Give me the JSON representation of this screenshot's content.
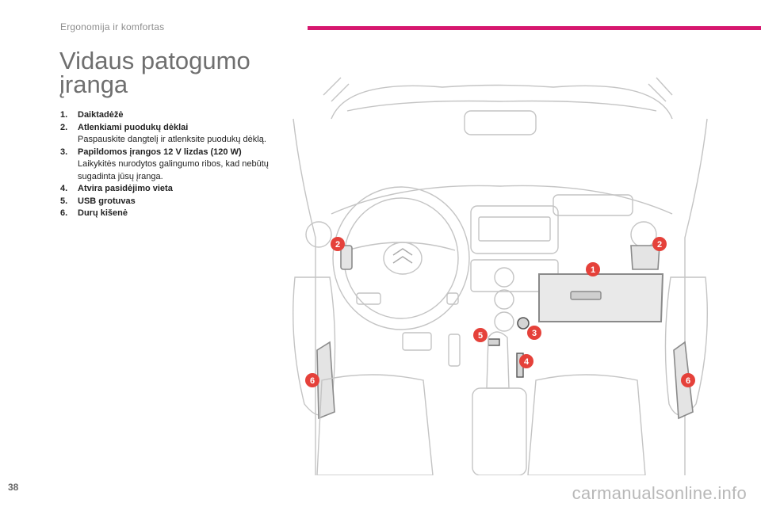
{
  "header": {
    "section": "Ergonomija ir komfortas",
    "accent_color": "#d6186f"
  },
  "title": {
    "line1": "Vidaus patogumo",
    "line2": "įranga"
  },
  "items": [
    {
      "num": "1.",
      "label": "Daiktadėžė",
      "desc": ""
    },
    {
      "num": "2.",
      "label": "Atlenkiami puodukų dėklai",
      "desc": "Paspauskite dangtelį ir atlenksite puodukų dėklą."
    },
    {
      "num": "3.",
      "label": "Papildomos įrangos 12 V lizdas (120 W)",
      "desc": "Laikykitės nurodytos galingumo ribos, kad nebūtų sugadinta jūsų įranga."
    },
    {
      "num": "4.",
      "label": "Atvira pasidėjimo vieta",
      "desc": ""
    },
    {
      "num": "5.",
      "label": "USB grotuvas",
      "desc": ""
    },
    {
      "num": "6.",
      "label": "Durų kišenė",
      "desc": ""
    }
  ],
  "markers": [
    "1",
    "2",
    "2",
    "3",
    "4",
    "5",
    "6",
    "6"
  ],
  "footer": {
    "page_number": "38",
    "watermark": "carmanualsonline.info"
  }
}
